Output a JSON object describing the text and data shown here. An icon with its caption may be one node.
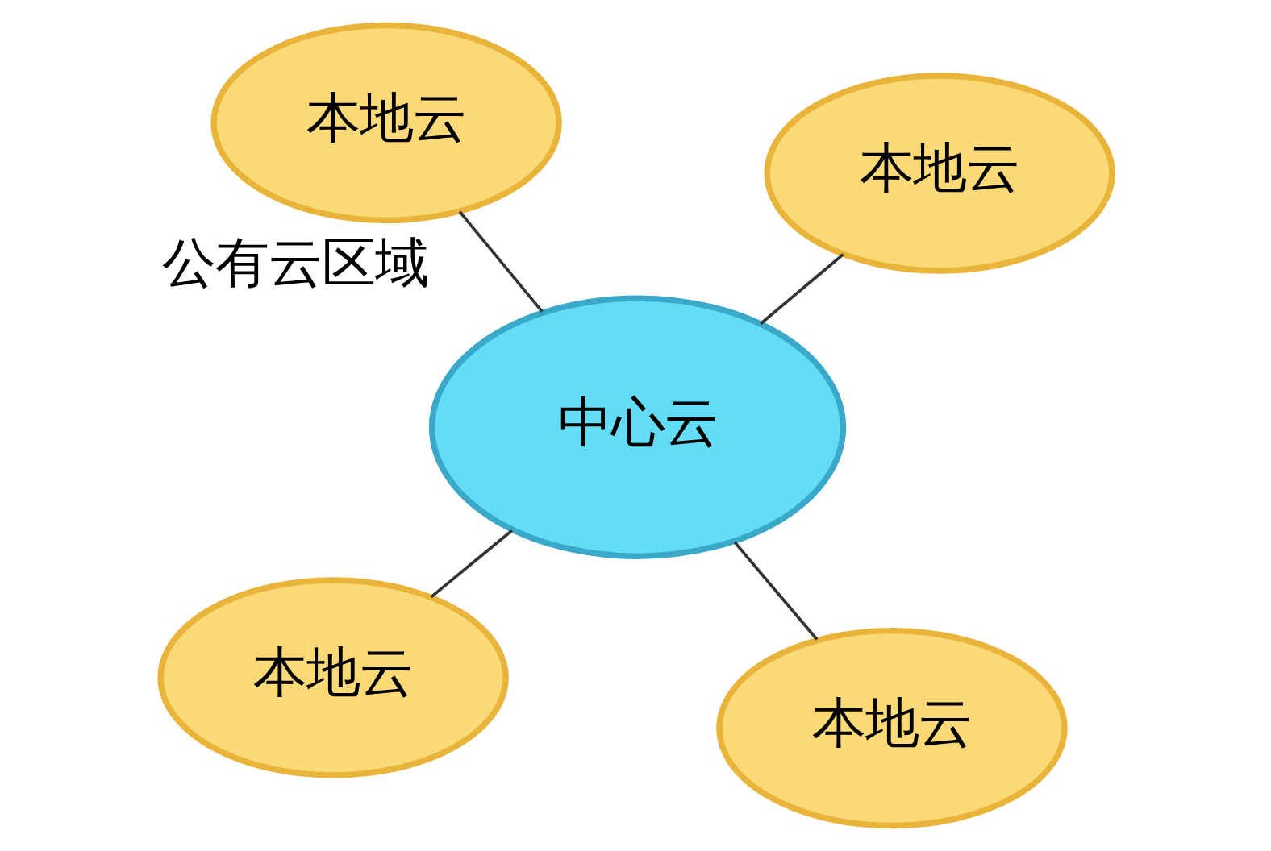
{
  "diagram": {
    "nodes": [
      {
        "text": [
          "本地云"
        ]
      },
      {
        "text": [
          "本地云"
        ]
      },
      {
        "text": [
          "中心云"
        ],
        "beside": [
          "公有云区域"
        ]
      },
      {
        "text": [
          "本地云"
        ]
      },
      {
        "text": [
          "本地云"
        ]
      }
    ],
    "edges": [
      {
        "from": 0,
        "to": 2,
        "arrow": "none"
      },
      {
        "from": 1,
        "to": 2,
        "arrow": "none"
      },
      {
        "from": 3,
        "to": 2,
        "arrow": "none"
      },
      {
        "from": 4,
        "to": 2,
        "arrow": "none"
      }
    ]
  }
}
